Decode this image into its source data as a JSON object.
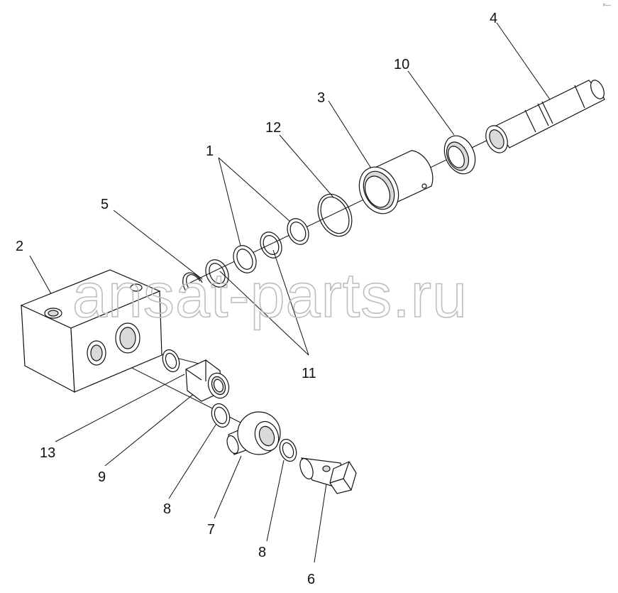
{
  "callouts": {
    "c1": "1",
    "c2": "2",
    "c3": "3",
    "c4": "4",
    "c5": "5",
    "c6": "6",
    "c7": "7",
    "c8a": "8",
    "c8b": "8",
    "c9": "9",
    "c10": "10",
    "c11": "11",
    "c12": "12",
    "c13": "13"
  },
  "watermark": "ansat-parts.ru",
  "corner_mark": "ᵖ—",
  "colors": {
    "line": "#111111",
    "part_fill": "#ffffff",
    "shade": "#d9d9d9",
    "watermark": "#bdbdbd"
  }
}
